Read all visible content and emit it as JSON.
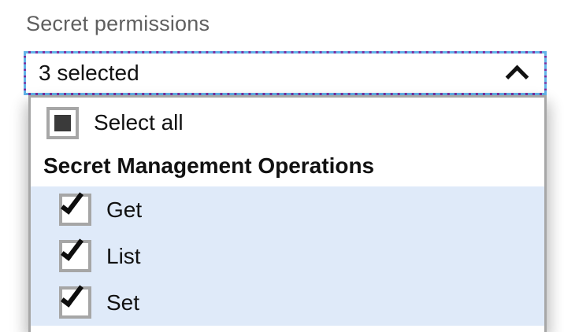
{
  "field": {
    "label": "Secret permissions",
    "value": "3 selected",
    "state": "expanded",
    "chevron_icon": "chevron-up"
  },
  "dropdown": {
    "select_all": {
      "label": "Select all",
      "state": "indeterminate"
    },
    "groups": [
      {
        "header": "Secret Management Operations",
        "items": [
          {
            "label": "Get",
            "checked": true,
            "selected": true
          },
          {
            "label": "List",
            "checked": true,
            "selected": true
          },
          {
            "label": "Set",
            "checked": true,
            "selected": true
          }
        ]
      }
    ]
  },
  "colors": {
    "focus_border_purple": "#7e2f9d",
    "focus_border_blue": "#62b3e9",
    "panel_border_gray": "#a7a7a7",
    "checkbox_border_gray": "#a6a6a6",
    "selected_row_bg": "#dfeaf9",
    "indeterminate_fill": "#3a3a3a",
    "label_gray": "#5f5f5f",
    "text_black": "#111111"
  }
}
